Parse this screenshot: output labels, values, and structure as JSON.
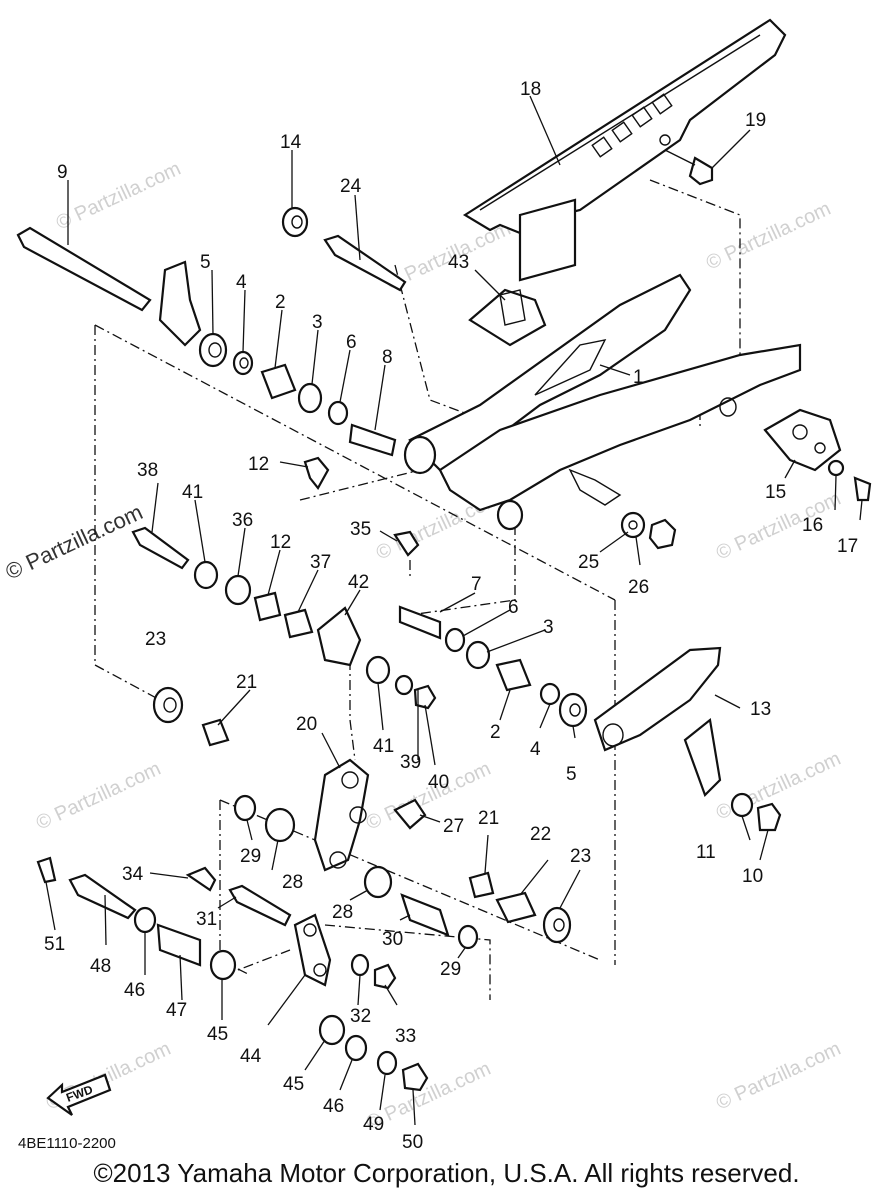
{
  "diagram_code": "4BE1110-2200",
  "copyright": "©2013  Yamaha Motor Corporation, U.S.A. All rights reserved.",
  "fwd_label": "FWD",
  "watermark": "© Partzilla.com",
  "callouts": [
    {
      "id": "c18",
      "text": "18"
    },
    {
      "id": "c19",
      "text": "19"
    },
    {
      "id": "c14",
      "text": "14"
    },
    {
      "id": "c24",
      "text": "24"
    },
    {
      "id": "c9",
      "text": "9"
    },
    {
      "id": "c43",
      "text": "43"
    },
    {
      "id": "c5a",
      "text": "5"
    },
    {
      "id": "c4a",
      "text": "4"
    },
    {
      "id": "c2a",
      "text": "2"
    },
    {
      "id": "c3a",
      "text": "3"
    },
    {
      "id": "c6a",
      "text": "6"
    },
    {
      "id": "c8",
      "text": "8"
    },
    {
      "id": "c1",
      "text": "1"
    },
    {
      "id": "c12a",
      "text": "12"
    },
    {
      "id": "c38",
      "text": "38"
    },
    {
      "id": "c41a",
      "text": "41"
    },
    {
      "id": "c36",
      "text": "36"
    },
    {
      "id": "c35",
      "text": "35"
    },
    {
      "id": "c12b",
      "text": "12"
    },
    {
      "id": "c37",
      "text": "37"
    },
    {
      "id": "c42",
      "text": "42"
    },
    {
      "id": "c15",
      "text": "15"
    },
    {
      "id": "c16",
      "text": "16"
    },
    {
      "id": "c17",
      "text": "17"
    },
    {
      "id": "c25",
      "text": "25"
    },
    {
      "id": "c26",
      "text": "26"
    },
    {
      "id": "c7",
      "text": "7"
    },
    {
      "id": "c6b",
      "text": "6"
    },
    {
      "id": "c3b",
      "text": "3"
    },
    {
      "id": "c23a",
      "text": "23"
    },
    {
      "id": "c21a",
      "text": "21"
    },
    {
      "id": "c20",
      "text": "20"
    },
    {
      "id": "c41b",
      "text": "41"
    },
    {
      "id": "c39",
      "text": "39"
    },
    {
      "id": "c40",
      "text": "40"
    },
    {
      "id": "c2b",
      "text": "2"
    },
    {
      "id": "c4b",
      "text": "4"
    },
    {
      "id": "c5b",
      "text": "5"
    },
    {
      "id": "c13",
      "text": "13"
    },
    {
      "id": "c27",
      "text": "27"
    },
    {
      "id": "c21b",
      "text": "21"
    },
    {
      "id": "c22",
      "text": "22"
    },
    {
      "id": "c23b",
      "text": "23"
    },
    {
      "id": "c29a",
      "text": "29"
    },
    {
      "id": "c28a",
      "text": "28"
    },
    {
      "id": "c28b",
      "text": "28"
    },
    {
      "id": "c11",
      "text": "11"
    },
    {
      "id": "c10",
      "text": "10"
    },
    {
      "id": "c34",
      "text": "34"
    },
    {
      "id": "c31",
      "text": "31"
    },
    {
      "id": "c30",
      "text": "30"
    },
    {
      "id": "c29b",
      "text": "29"
    },
    {
      "id": "c51",
      "text": "51"
    },
    {
      "id": "c48",
      "text": "48"
    },
    {
      "id": "c46a",
      "text": "46"
    },
    {
      "id": "c47",
      "text": "47"
    },
    {
      "id": "c45a",
      "text": "45"
    },
    {
      "id": "c44",
      "text": "44"
    },
    {
      "id": "c32",
      "text": "32"
    },
    {
      "id": "c33",
      "text": "33"
    },
    {
      "id": "c45b",
      "text": "45"
    },
    {
      "id": "c46b",
      "text": "46"
    },
    {
      "id": "c49",
      "text": "49"
    },
    {
      "id": "c50",
      "text": "50"
    }
  ]
}
